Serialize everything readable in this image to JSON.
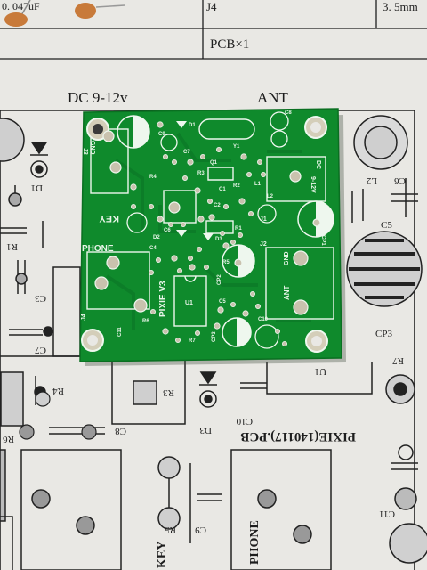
{
  "paper": {
    "table_top_right": "3. 5mm",
    "table_j4": "J4",
    "table_pcb_qty": "PCB×1",
    "table_top_left": "0. 047uF",
    "dc_label": "DC 9-12v",
    "ant_label": "ANT",
    "pcb_title_mirrored": "PIXIE(140117).PCB",
    "side_labels": {
      "d1": "D1",
      "r1": "R1",
      "c3": "C3",
      "c7": "C7",
      "r4": "R4",
      "r6": "R6",
      "l2": "L2",
      "c6": "C6",
      "c5": "C5",
      "cp3": "CP3",
      "r7": "R7",
      "u1": "U1",
      "c10": "C10",
      "d3": "D3",
      "r3": "R3",
      "c8": "C8",
      "r5": "R5",
      "c9": "C9",
      "c11": "C11",
      "phone": "PHONE",
      "key": "KEY"
    }
  },
  "pcb": {
    "labels": {
      "phone": "PHONE",
      "key": "KEY",
      "pixie": "PIXIE V3",
      "ant": "ANT",
      "gnd": "GND",
      "vcc": "9-12V",
      "dc": "DC",
      "gnd_left": "GND",
      "u1": "U1",
      "j1": "J1",
      "j2": "J2",
      "j3": "J3",
      "j4": "J4",
      "c1": "C1",
      "c2": "C2",
      "c4": "C4",
      "c5": "C5",
      "c6": "C6",
      "c7": "C7",
      "c8": "C8",
      "c9": "C9",
      "c10": "C10",
      "c11": "C11",
      "cp1": "CP1",
      "cp2": "CP2",
      "cp3": "CP3",
      "d1": "D1",
      "d2": "D2",
      "d3": "D3",
      "r1": "R1",
      "r2": "R2",
      "r3": "R3",
      "r4": "R4",
      "r5": "R5",
      "r6": "R6",
      "r7": "R7",
      "l1": "L1",
      "l2": "L2",
      "q1": "Q1",
      "y1": "Y1"
    }
  },
  "colors": {
    "paper": "#e9e8e4",
    "pcb": "#0f8a2c",
    "pcb_dark": "#0a6f21",
    "silk": "#eef7ee",
    "pad": "#c9c2ae",
    "ink": "#1d1d1d",
    "cap_orange": "#c87a3a"
  }
}
